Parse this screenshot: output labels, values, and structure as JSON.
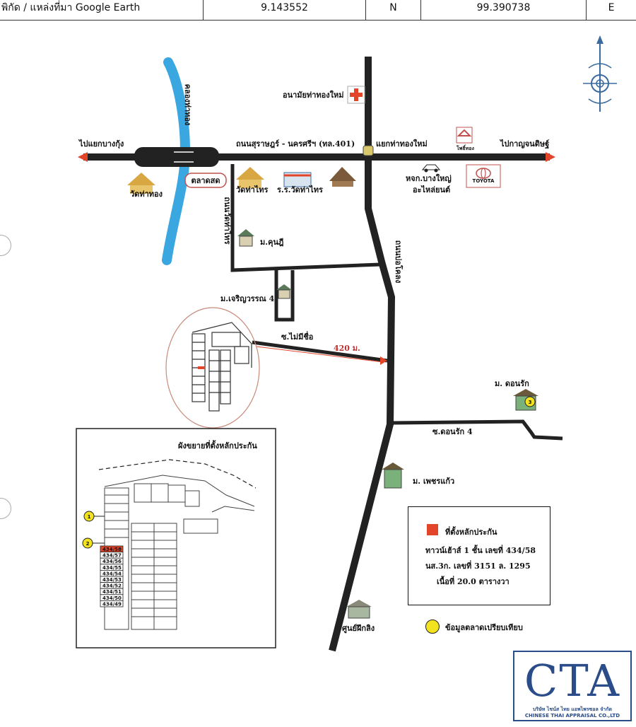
{
  "header": {
    "label": "พิกัด / แหล่งที่มา Google Earth",
    "lat": "9.143552",
    "lat_dir": "N",
    "lon": "99.390738",
    "lon_dir": "E"
  },
  "map": {
    "khlong": "คลองท่าทอง",
    "to_bangkung": "ไปแยกบางกุ้ง",
    "main_road": "ถนนสุราษฎร์ - นครศรีฯ (ทล.401)",
    "to_kanchanadit": "ไปกาญจนดิษฐ์",
    "intersection": "แยกท่าทองใหม่",
    "health_center": "อนามัยท่าทองใหม่",
    "wat_tha_thong": "วัดท่าทอง",
    "market": "ตลาดสด",
    "wat_tha_sai": "วัดท่าไทร",
    "school": "ร.ร.วัดท่าไทร",
    "toyota": "TOYOTA",
    "shop_small": "โพธิ์ทอง",
    "parts_shop_1": "หจก.บางใหญ่",
    "parts_shop_2": "อะไหล่ยนต์",
    "road_wat_tha_sai": "ถนนวัดท่าไทร",
    "road_bo_khlong": "ถนนบ่อโคลง",
    "village_khunni": "ม.คุนฎี",
    "village_charoen": "ม.เจริญวรรณ 4",
    "soi_no_name": "ซ.ไม่มีชื่อ",
    "distance": "420 ม.",
    "village_donrak": "ม. ดอนรัก",
    "soi_donrak": "ซ.ดอนรัก 4",
    "village_phet": "ม. เพชรแก้ว",
    "training_center": "ศูนย์ฝึกลิง",
    "marker_3": "3"
  },
  "inset": {
    "title": "ผังขยายที่ตั้งหลักประกัน",
    "marker_1": "1",
    "marker_2": "2",
    "units": [
      "434/58",
      "434/57",
      "434/56",
      "434/55",
      "434/54",
      "434/53",
      "434/52",
      "434/51",
      "434/50",
      "434/49"
    ]
  },
  "legend": {
    "subject_title": "ที่ตั้งหลักประกัน",
    "line1": "ทาวน์เฮ้าส์ 1 ชั้น เลขที่ 434/58",
    "line2": "นส.3ก. เลขที่ 3151 ล. 1295",
    "line3": "เนื้อที่ 20.0 ตารางวา",
    "comparable": "ข้อมูลตลาดเปรียบเทียบ",
    "subject_color": "#e2452a",
    "comparable_color": "#f3e21e"
  },
  "logo": {
    "letters": "CTA",
    "thai_name": "บริษัท ไชน์ส ไทย แอพไพรซอล จำกัด",
    "english_name": "CHINESE THAI APPRAISAL CO.,LTD"
  },
  "colors": {
    "road": "#222222",
    "river": "#3aa7e0",
    "circle": "#c98a7a",
    "logo": "#2a4d8a"
  }
}
